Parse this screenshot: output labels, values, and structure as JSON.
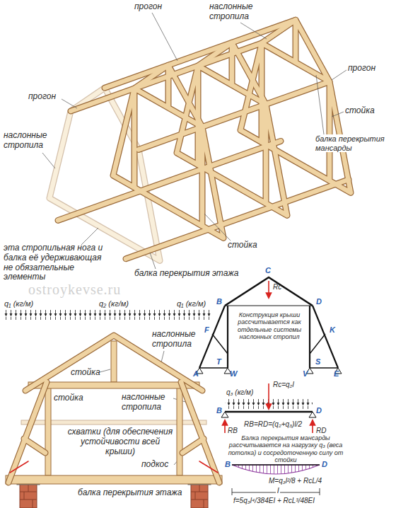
{
  "diagram": {
    "labels": [
      "прогон",
      "наслонные стропила",
      "прогон",
      "прогон",
      "наслонные стропила",
      "стойка",
      "балка перекрытия мансарды",
      "стойка",
      "эта стропильная нога и балка её удерживающая не обязательные элементы",
      "балка перекрытия этажа",
      "ostroykevse.ru",
      "C",
      "Rc",
      "B",
      "D",
      "Конструкция крыши рассчитывается как отдельные системы наслонных стропил",
      "F",
      "K",
      "A",
      "T",
      "W",
      "V",
      "S",
      "E",
      "q₁ (кг/м)",
      "q₂ (кг/м)",
      "q₁ (кг/м)",
      "стойка",
      "наслонные стропила",
      "стойка",
      "наслонные стропила",
      "схватки (для обеспечения устойчивости всей крыши)",
      "подкос",
      "балка перекрытия этажа",
      "Rc=q₂l",
      "q₃ (кг/м)",
      "B",
      "D",
      "RB",
      "RD",
      "RB=RD=(q₂+q₃)l/2",
      "Балка перекрытия мансарды рассчитывается на нагрузку q₃ (веса потолка) и сосредоточенную силу от стойки",
      "B",
      "D",
      "M=q₃l²/8 + RcL/4",
      "l",
      "f=5q₃l⁴/384EI + RcL³/48EI"
    ]
  }
}
